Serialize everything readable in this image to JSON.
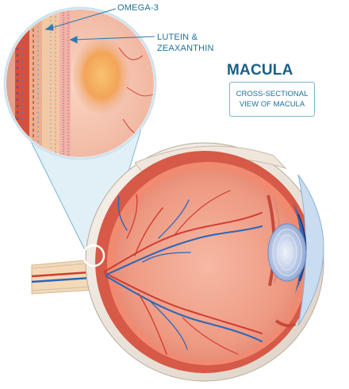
{
  "title": "MACULA",
  "labels": {
    "omega": "OMEGA-3",
    "lutein_line1": "LUTEIN &",
    "lutein_line2": "ZEAXANTHIN"
  },
  "cross_section_box": {
    "line1": "CROSS-SECTIONAL",
    "line2": "VIEW OF MACULA"
  },
  "colors": {
    "title": "#1a5f86",
    "label": "#1f6f99",
    "sclera": "#f2ebe4",
    "retina": "#e8826d",
    "choroid": "#c94a3a",
    "vessel_blue": "#2b66b8",
    "vessel_red": "#d23c2e",
    "lens": "#b8c8e8",
    "iris": "#3a66b0",
    "magnifier_line": "#5aa0cc",
    "macula": "#f5a84a"
  }
}
